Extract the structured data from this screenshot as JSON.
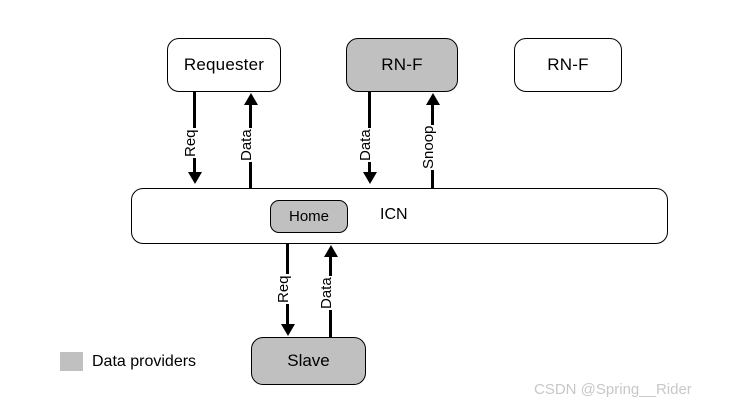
{
  "diagram": {
    "nodes": {
      "requester": "Requester",
      "rnf_b": "RN-F",
      "rnf_c": "RN-F",
      "home": "Home",
      "icn": "ICN",
      "slave": "Slave"
    },
    "arrow_labels": {
      "requester_req": "Req",
      "requester_data": "Data",
      "rnf_data": "Data",
      "rnf_snoop": "Snoop",
      "slave_req": "Req",
      "slave_data": "Data"
    },
    "legend": {
      "label": "Data providers",
      "swatch_color": "#c0c0c0"
    },
    "watermark": "CSDN @Spring__Rider",
    "colors": {
      "fill_gray": "#c0c0c0",
      "stroke": "#000000",
      "background": "#ffffff",
      "watermark": "#c8c8c8"
    }
  }
}
